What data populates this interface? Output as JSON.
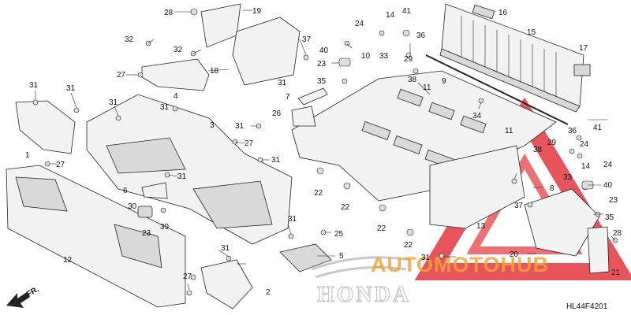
{
  "diagram": {
    "code": "HL44F4201",
    "fr_label": "FR.",
    "brand_logo_text": "HONDA",
    "watermark_text": "AUTOMOTOHUB",
    "colors": {
      "line": "#222222",
      "watermark_red": "#e0202a",
      "watermark_orange": "#f2a23a",
      "logo_gray": "#c8c8c8"
    }
  },
  "callouts": [
    {
      "id": "c28a",
      "text": "28"
    },
    {
      "id": "c19",
      "text": "19"
    },
    {
      "id": "c24a",
      "text": "24"
    },
    {
      "id": "c14a",
      "text": "14"
    },
    {
      "id": "c41a",
      "text": "41"
    },
    {
      "id": "c16",
      "text": "16"
    },
    {
      "id": "c15",
      "text": "15"
    },
    {
      "id": "c32a",
      "text": "32"
    },
    {
      "id": "c32b",
      "text": "32"
    },
    {
      "id": "c37a",
      "text": "37"
    },
    {
      "id": "c40a",
      "text": "40"
    },
    {
      "id": "c36a",
      "text": "36"
    },
    {
      "id": "c27a",
      "text": "27"
    },
    {
      "id": "c4",
      "text": "4"
    },
    {
      "id": "c18",
      "text": "18"
    },
    {
      "id": "c23a",
      "text": "23"
    },
    {
      "id": "c10a",
      "text": "10"
    },
    {
      "id": "c33a",
      "text": "33"
    },
    {
      "id": "c29a",
      "text": "29"
    },
    {
      "id": "c9",
      "text": "9"
    },
    {
      "id": "c17",
      "text": "17"
    },
    {
      "id": "c35a",
      "text": "35"
    },
    {
      "id": "c31a",
      "text": "31"
    },
    {
      "id": "c31b",
      "text": "31"
    },
    {
      "id": "c31c",
      "text": "31"
    },
    {
      "id": "c31d",
      "text": "31"
    },
    {
      "id": "c38a",
      "text": "38"
    },
    {
      "id": "c11a",
      "text": "11"
    },
    {
      "id": "c7",
      "text": "7"
    },
    {
      "id": "c26",
      "text": "26"
    },
    {
      "id": "c34",
      "text": "34"
    },
    {
      "id": "c3",
      "text": "3"
    },
    {
      "id": "c31e",
      "text": "31"
    },
    {
      "id": "c11b",
      "text": "11"
    },
    {
      "id": "c38b",
      "text": "38"
    },
    {
      "id": "c36b",
      "text": "36"
    },
    {
      "id": "c41b",
      "text": "41"
    },
    {
      "id": "c24b",
      "text": "24"
    },
    {
      "id": "c29b",
      "text": "29"
    },
    {
      "id": "c27b",
      "text": "27"
    },
    {
      "id": "c1",
      "text": "1"
    },
    {
      "id": "c27c",
      "text": "27"
    },
    {
      "id": "c31f",
      "text": "31"
    },
    {
      "id": "c31g",
      "text": "31"
    },
    {
      "id": "c14b",
      "text": "14"
    },
    {
      "id": "c24c",
      "text": "24"
    },
    {
      "id": "c33b",
      "text": "33"
    },
    {
      "id": "c31h",
      "text": "31"
    },
    {
      "id": "c8",
      "text": "8"
    },
    {
      "id": "c6",
      "text": "6"
    },
    {
      "id": "c22a",
      "text": "22"
    },
    {
      "id": "c22b",
      "text": "22"
    },
    {
      "id": "c40b",
      "text": "40"
    },
    {
      "id": "c37b",
      "text": "37"
    },
    {
      "id": "c23b",
      "text": "23"
    },
    {
      "id": "c30",
      "text": "30"
    },
    {
      "id": "c22c",
      "text": "22"
    },
    {
      "id": "c35b",
      "text": "35"
    },
    {
      "id": "c39",
      "text": "39"
    },
    {
      "id": "c23c",
      "text": "23"
    },
    {
      "id": "c31i",
      "text": "31"
    },
    {
      "id": "c13",
      "text": "13"
    },
    {
      "id": "c25",
      "text": "25"
    },
    {
      "id": "c22d",
      "text": "22"
    },
    {
      "id": "c28b",
      "text": "28"
    },
    {
      "id": "c12",
      "text": "12"
    },
    {
      "id": "c31j",
      "text": "31"
    },
    {
      "id": "c5",
      "text": "5"
    },
    {
      "id": "c20",
      "text": "20"
    },
    {
      "id": "c21",
      "text": "21"
    },
    {
      "id": "c27d",
      "text": "27"
    },
    {
      "id": "c2",
      "text": "2"
    },
    {
      "id": "c31k",
      "text": "31"
    }
  ]
}
